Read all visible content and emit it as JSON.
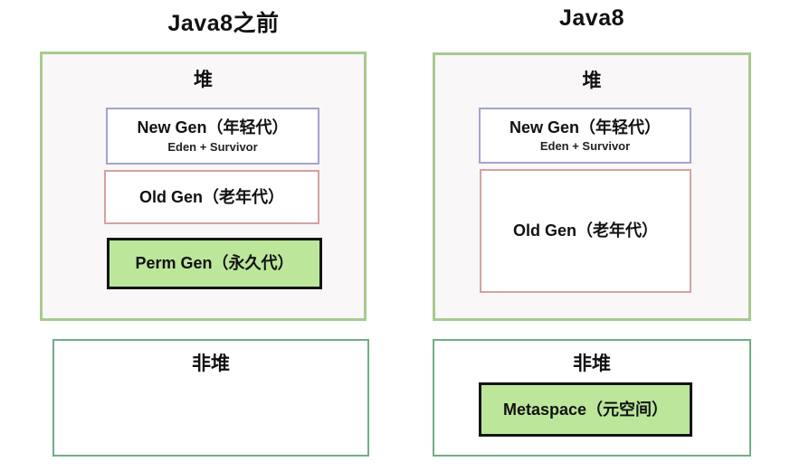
{
  "panels": [
    {
      "title": "Java8之前",
      "heap": {
        "label": "堆",
        "regions": [
          {
            "name": "New Gen（年轻代）",
            "sub": "Eden + Survivor"
          },
          {
            "name": "Old Gen（老年代）"
          },
          {
            "name": "Perm Gen（永久代）"
          }
        ]
      },
      "nonheap": {
        "label": "非堆",
        "regions": []
      }
    },
    {
      "title": "Java8",
      "heap": {
        "label": "堆",
        "regions": [
          {
            "name": "New Gen（年轻代）",
            "sub": "Eden + Survivor"
          },
          {
            "name": "Old Gen（老年代）"
          }
        ]
      },
      "nonheap": {
        "label": "非堆",
        "regions": [
          {
            "name": "Metaspace（元空间）"
          }
        ]
      }
    }
  ],
  "colors": {
    "heap_border": "#a9c98e",
    "heap_background": "#f9f7f7",
    "nonheap_border": "#6fae85",
    "newgen_border": "#a3a3d1",
    "oldgen_border": "#d1a3a3",
    "highlight_fill": "#bce79b",
    "highlight_border": "#141414",
    "text": "#111111",
    "page_background": "#ffffff"
  }
}
